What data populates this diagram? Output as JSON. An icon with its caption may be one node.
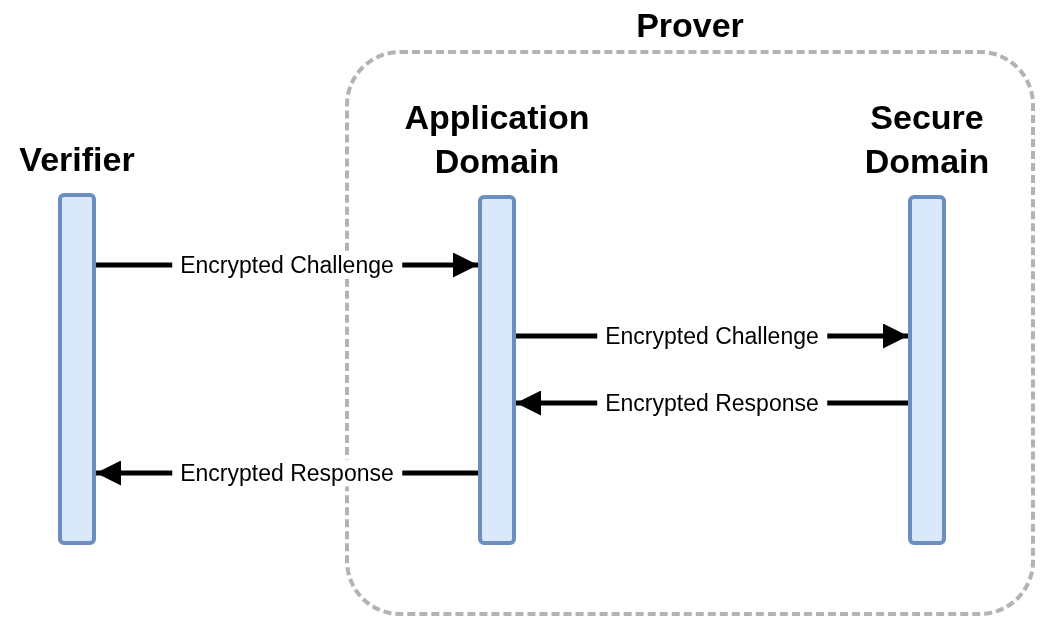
{
  "diagram": {
    "nodes": [
      {
        "text": [
          "Prover"
        ]
      },
      {
        "text": [
          "Verifier"
        ]
      },
      {
        "text": [
          "Application Domain"
        ],
        "in": 0
      },
      {
        "text": [
          "Secure Domain"
        ],
        "in": 0
      }
    ],
    "edges": [
      {
        "from": 1,
        "to": 2,
        "arrow": "to",
        "label": "Encrypted Challenge"
      },
      {
        "from": 2,
        "to": 3,
        "arrow": "to",
        "label": "Encrypted Challenge"
      },
      {
        "from": 3,
        "to": 2,
        "arrow": "to",
        "label": "Encrypted Response"
      },
      {
        "from": 2,
        "to": 1,
        "arrow": "to",
        "label": "Encrypted Response"
      }
    ]
  }
}
